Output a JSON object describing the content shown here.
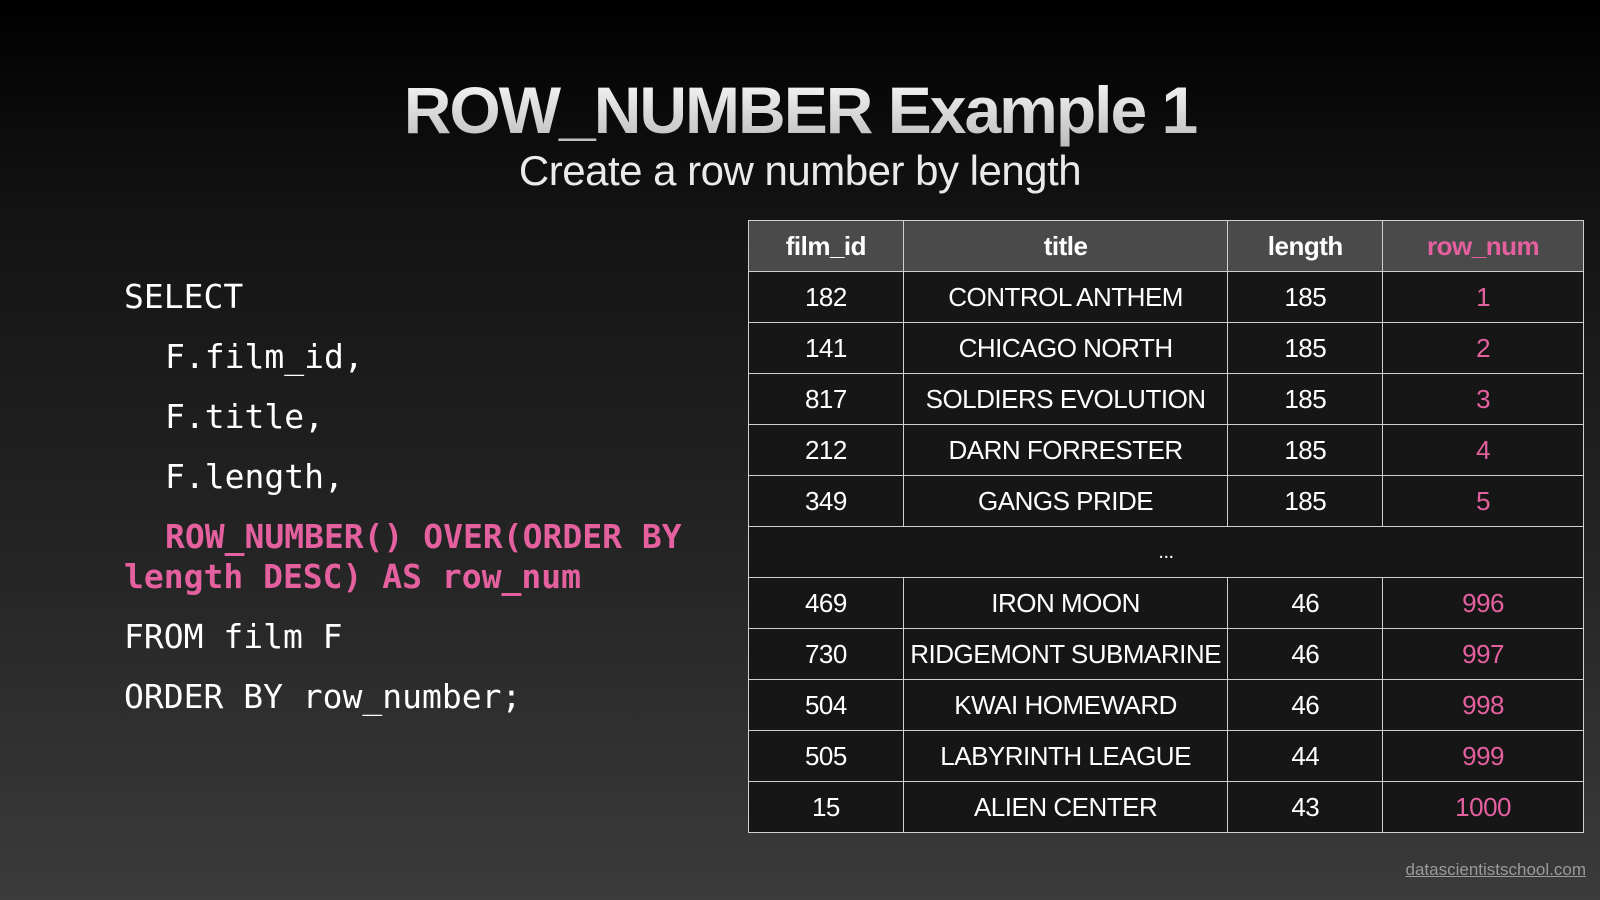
{
  "slide": {
    "title": "ROW_NUMBER Example 1",
    "subtitle": "Create a row number by length"
  },
  "code": {
    "line1": "SELECT",
    "line2": "F.film_id,",
    "line3": "F.title,",
    "line4": "F.length,",
    "line5": "ROW_NUMBER() OVER(ORDER BY length DESC) AS row_num",
    "line6": "FROM film F",
    "line7": "ORDER BY row_number;"
  },
  "table": {
    "headers": [
      "film_id",
      "title",
      "length",
      "row_num"
    ],
    "rows_top": [
      [
        "182",
        "CONTROL ANTHEM",
        "185",
        "1"
      ],
      [
        "141",
        "CHICAGO NORTH",
        "185",
        "2"
      ],
      [
        "817",
        "SOLDIERS EVOLUTION",
        "185",
        "3"
      ],
      [
        "212",
        "DARN FORRESTER",
        "185",
        "4"
      ],
      [
        "349",
        "GANGS PRIDE",
        "185",
        "5"
      ]
    ],
    "ellipsis": "...",
    "rows_bottom": [
      [
        "469",
        "IRON MOON",
        "46",
        "996"
      ],
      [
        "730",
        "RIDGEMONT SUBMARINE",
        "46",
        "997"
      ],
      [
        "504",
        "KWAI HOMEWARD",
        "46",
        "998"
      ],
      [
        "505",
        "LABYRINTH LEAGUE",
        "44",
        "999"
      ],
      [
        "15",
        "ALIEN CENTER",
        "43",
        "1000"
      ]
    ]
  },
  "colors": {
    "accent": "#e5609f",
    "header_bg": "#4a4a4a"
  },
  "footer": {
    "link": "datascientistschool.com"
  }
}
